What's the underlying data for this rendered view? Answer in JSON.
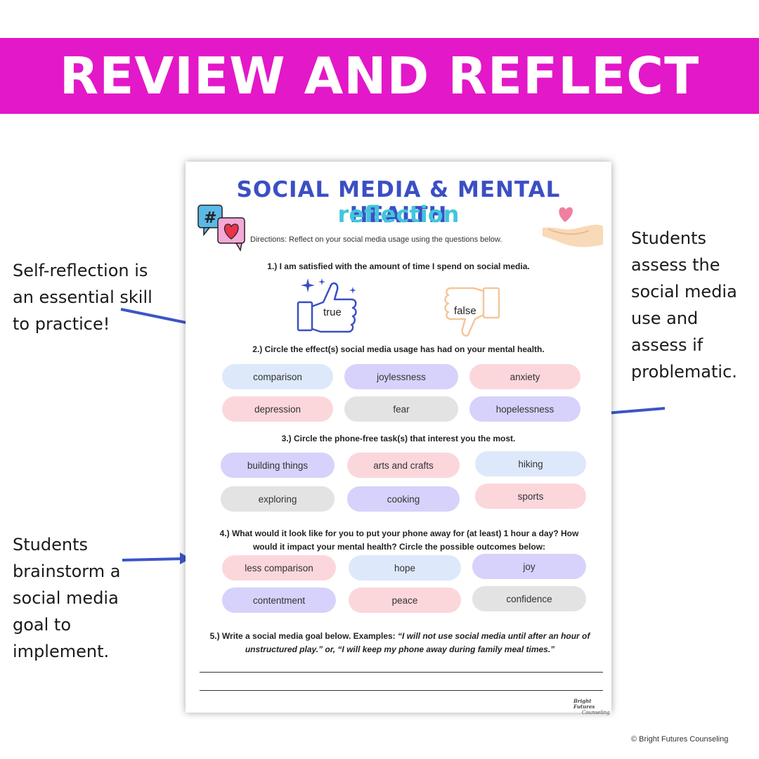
{
  "banner": {
    "title": "REVIEW AND REFLECT"
  },
  "notes": {
    "left_top": "Self-reflection is an essential skill to practice!",
    "right": "Students assess the social media use and assess if problematic.",
    "left_bottom": "Students brainstorm a social media goal to implement."
  },
  "worksheet": {
    "title": "SOCIAL MEDIA & MENTAL HEALTH",
    "subtitle": "reflection",
    "directions": "Directions:  Reflect on your social media usage using the questions below.",
    "q1": "1.) I am satisfied with the amount of time I spend on social media.",
    "q1_true": "true",
    "q1_false": "false",
    "q2": "2.) Circle the effect(s) social media usage has had on your mental health.",
    "q2_options": [
      "comparison",
      "joylessness",
      "anxiety",
      "depression",
      "fear",
      "hopelessness"
    ],
    "q3": "3.) Circle the phone-free task(s) that interest you the most.",
    "q3_options": [
      "building things",
      "arts and crafts",
      "hiking",
      "exploring",
      "cooking",
      "sports"
    ],
    "q4": "4.) What would it look like for you to put your phone away for (at least) 1 hour a day? How would it impact your mental health? Circle the possible outcomes below:",
    "q4_options": [
      "less comparison",
      "hope",
      "joy",
      "contentment",
      "peace",
      "confidence"
    ],
    "q5_prefix": "5.) Write a social media goal below. Examples: ",
    "q5_example": "“I will not use social media until after an hour of unstructured play.” or, “I will keep my phone away during family meal times.”",
    "logo_line1": "Bright Futures",
    "logo_line2": "Counseling"
  },
  "copyright": "© Bright Futures Counseling",
  "colors": {
    "banner": "#e318c8",
    "title_blue": "#3b4fc4",
    "subtitle_cyan": "#40c6dc",
    "arrow": "#3c55c8"
  },
  "icons": [
    "hashtag-bubble-icon",
    "heart-bubble-icon",
    "thumbs-up-icon",
    "thumbs-down-icon",
    "heart-hand-icon",
    "arrow-icon"
  ]
}
